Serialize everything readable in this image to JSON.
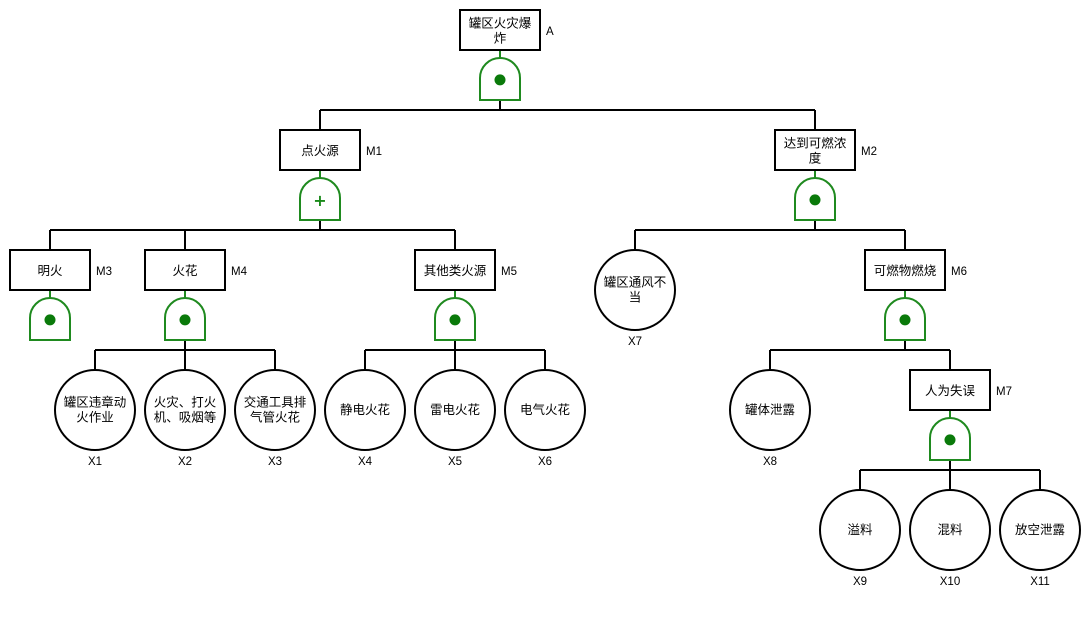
{
  "diagram": {
    "type": "fault-tree",
    "colors": {
      "gate": "#1f8a1f",
      "gate_dot": "#0a7a0a",
      "line": "#000000",
      "box_fill": "#ffffff"
    },
    "events": [
      {
        "id": "A",
        "kind": "intermediate",
        "lines": [
          "罐区火灾爆",
          "炸"
        ],
        "gate": "and",
        "children": [
          "M1",
          "M2"
        ]
      },
      {
        "id": "M1",
        "kind": "intermediate",
        "lines": [
          "点火源"
        ],
        "gate": "or",
        "children": [
          "M3",
          "M4",
          "M5"
        ]
      },
      {
        "id": "M2",
        "kind": "intermediate",
        "lines": [
          "达到可燃浓",
          "度"
        ],
        "gate": "and",
        "children": [
          "X7",
          "M6"
        ]
      },
      {
        "id": "M3",
        "kind": "intermediate",
        "lines": [
          "明火"
        ],
        "gate": "and",
        "children": []
      },
      {
        "id": "M4",
        "kind": "intermediate",
        "lines": [
          "火花"
        ],
        "gate": "and",
        "children": [
          "X1",
          "X2",
          "X3"
        ]
      },
      {
        "id": "M5",
        "kind": "intermediate",
        "lines": [
          "其他类火源"
        ],
        "gate": "and",
        "children": [
          "X4",
          "X5",
          "X6"
        ]
      },
      {
        "id": "M6",
        "kind": "intermediate",
        "lines": [
          "可燃物燃烧"
        ],
        "gate": "and",
        "children": [
          "X8",
          "M7"
        ]
      },
      {
        "id": "M7",
        "kind": "intermediate",
        "lines": [
          "人为失误"
        ],
        "gate": "and",
        "children": [
          "X9",
          "X10",
          "X11"
        ]
      },
      {
        "id": "X1",
        "kind": "basic",
        "lines": [
          "罐区违章动",
          "火作业"
        ]
      },
      {
        "id": "X2",
        "kind": "basic",
        "lines": [
          "火灾、打火",
          "机、吸烟等"
        ]
      },
      {
        "id": "X3",
        "kind": "basic",
        "lines": [
          "交通工具排",
          "气管火花"
        ]
      },
      {
        "id": "X4",
        "kind": "basic",
        "lines": [
          "静电火花"
        ]
      },
      {
        "id": "X5",
        "kind": "basic",
        "lines": [
          "雷电火花"
        ]
      },
      {
        "id": "X6",
        "kind": "basic",
        "lines": [
          "电气火花"
        ]
      },
      {
        "id": "X7",
        "kind": "basic",
        "lines": [
          "罐区通风不",
          "当"
        ]
      },
      {
        "id": "X8",
        "kind": "basic",
        "lines": [
          "罐体泄露"
        ]
      },
      {
        "id": "X9",
        "kind": "basic",
        "lines": [
          "溢料"
        ]
      },
      {
        "id": "X10",
        "kind": "basic",
        "lines": [
          "混料"
        ]
      },
      {
        "id": "X11",
        "kind": "basic",
        "lines": [
          "放空泄露"
        ]
      }
    ],
    "gate_symbols": {
      "and": "dot",
      "or": "+"
    }
  }
}
